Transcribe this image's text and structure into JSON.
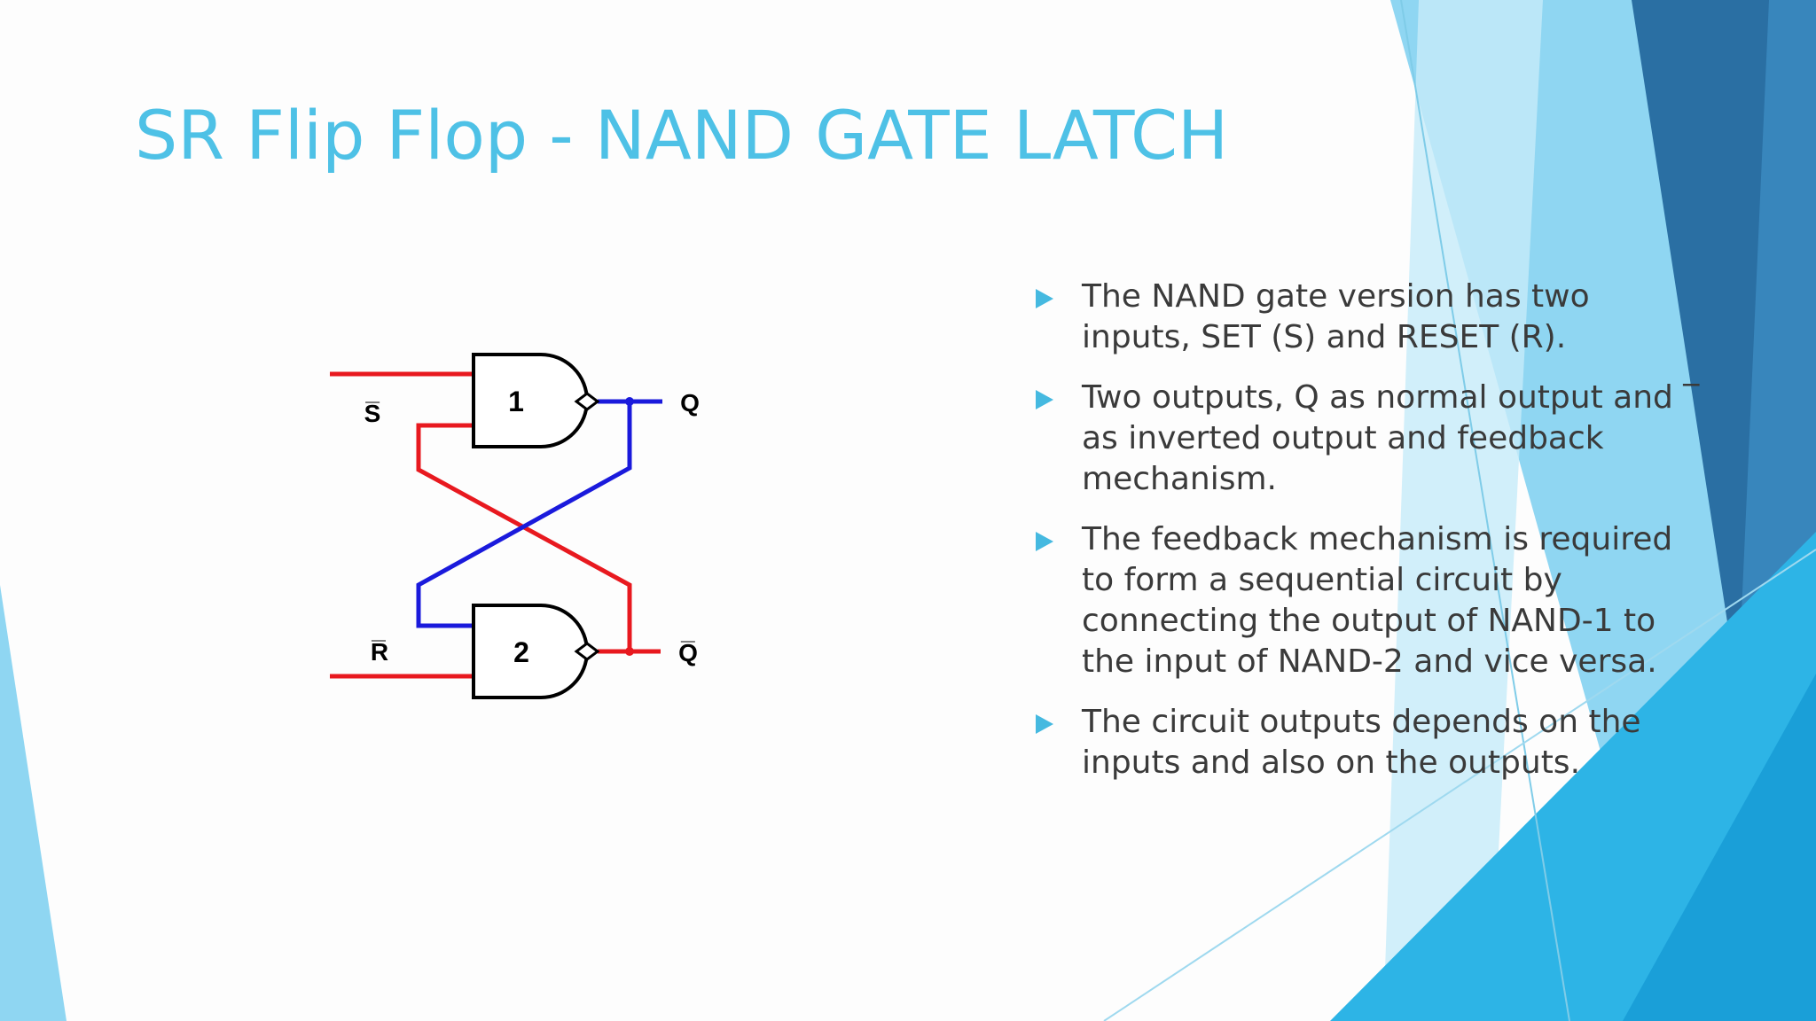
{
  "slide": {
    "title": "SR Flip Flop - NAND GATE LATCH",
    "bullets": [
      "The NAND gate version has two inputs, SET (S) and RESET (R).",
      "Two outputs, Q as normal output and ‾ as inverted output and feedback mechanism.",
      "The feedback mechanism is required to form a sequential circuit by connecting the output of NAND-1 to the input of NAND-2 and vice versa.",
      "The circuit outputs depends on the inputs and also on the outputs."
    ]
  },
  "diagram": {
    "gate_1_label": "1",
    "gate_2_label": "2",
    "input_s_label": "S̅",
    "input_r_label": "R̅",
    "output_q_label": "Q",
    "output_qbar_label": "Q̅"
  },
  "colors": {
    "title": "#4ec1e6",
    "text": "#3a3a3a",
    "bullet": "#45b9e0",
    "wire_red": "#e8191f",
    "wire_blue": "#1a1adc",
    "gate_stroke": "#000000",
    "accent_light": "#8fd6f2",
    "accent_mid": "#3fb6e6",
    "accent_dark": "#2a6fa3"
  }
}
